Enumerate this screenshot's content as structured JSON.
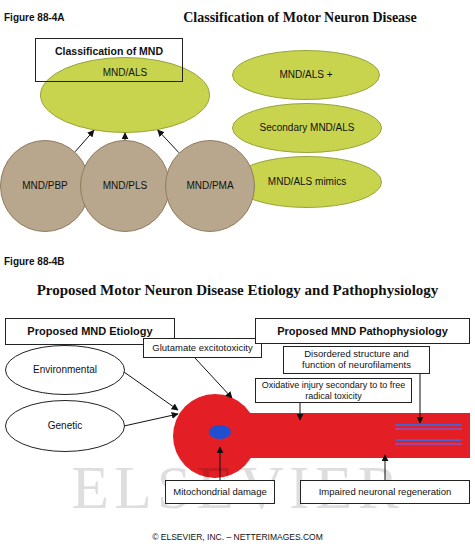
{
  "diagram": {
    "nodes": [
      {
        "text": [
          "Classification of MND"
        ]
      },
      {
        "text": [
          "MND/ALS"
        ]
      },
      {
        "text": [
          "MND/ALS +"
        ]
      },
      {
        "text": [
          "Secondary MND/ALS"
        ]
      },
      {
        "text": [
          "MND/ALS mimics"
        ]
      },
      {
        "text": [
          "MND/PBP"
        ]
      },
      {
        "text": [
          "MND/PLS"
        ]
      },
      {
        "text": [
          "MND/PMA"
        ]
      },
      {
        "text": [
          "Proposed MND Etiology"
        ]
      },
      {
        "text": [
          "Environmental"
        ]
      },
      {
        "text": [
          "Glutamate excitotoxicity"
        ]
      },
      {
        "text": [
          "Proposed MND Pathophysiology"
        ]
      },
      {
        "text": [
          "Disordered structure and function of neurofilaments"
        ]
      },
      {
        "text": [
          "Genetic"
        ]
      },
      {
        "text": [
          "Oxidative injury secondary to to free radical toxicity"
        ]
      },
      {
        "text": [
          "Mitochondrial damage"
        ]
      },
      {
        "text": [
          "Impaired neuronal regeneration"
        ]
      }
    ],
    "edges": [
      {
        "from": 5,
        "to": 1,
        "arrow": "to"
      },
      {
        "from": 6,
        "to": 1,
        "arrow": "to"
      },
      {
        "from": 7,
        "to": 1,
        "arrow": "to"
      }
    ],
    "labels": [
      "Figure 88-4A",
      "Classification of Motor Neuron Disease",
      "Figure 88-4B",
      "Proposed Motor Neuron Disease Etiology and Pathophysiology",
      "ELSEVIER",
      "© ELSEVIER, INC. – NETTERIMAGES.COM"
    ]
  }
}
